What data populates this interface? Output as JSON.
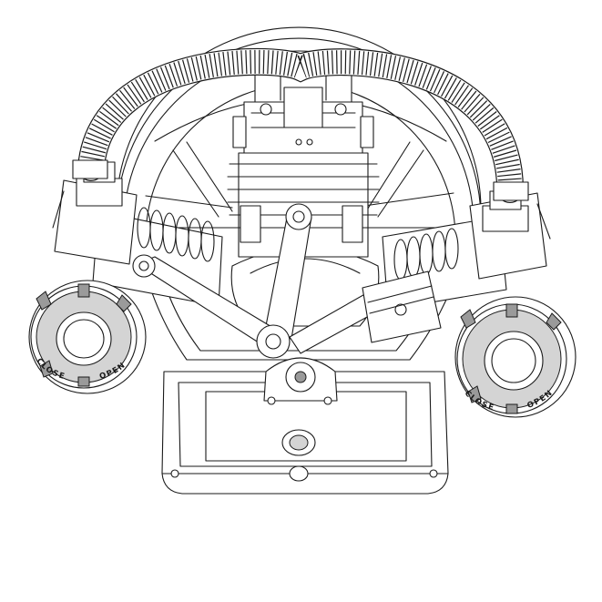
{
  "diagram": {
    "colors": {
      "line": "#1a1a1a",
      "shade": "#d4d4d4",
      "dark": "#9a9a9a",
      "background": "#ffffff"
    },
    "left_filter": {
      "close_label": "CLOSE",
      "open_label": "OPEN"
    },
    "right_filter": {
      "close_label": "CLOSE",
      "open_label": "OPEN"
    }
  }
}
